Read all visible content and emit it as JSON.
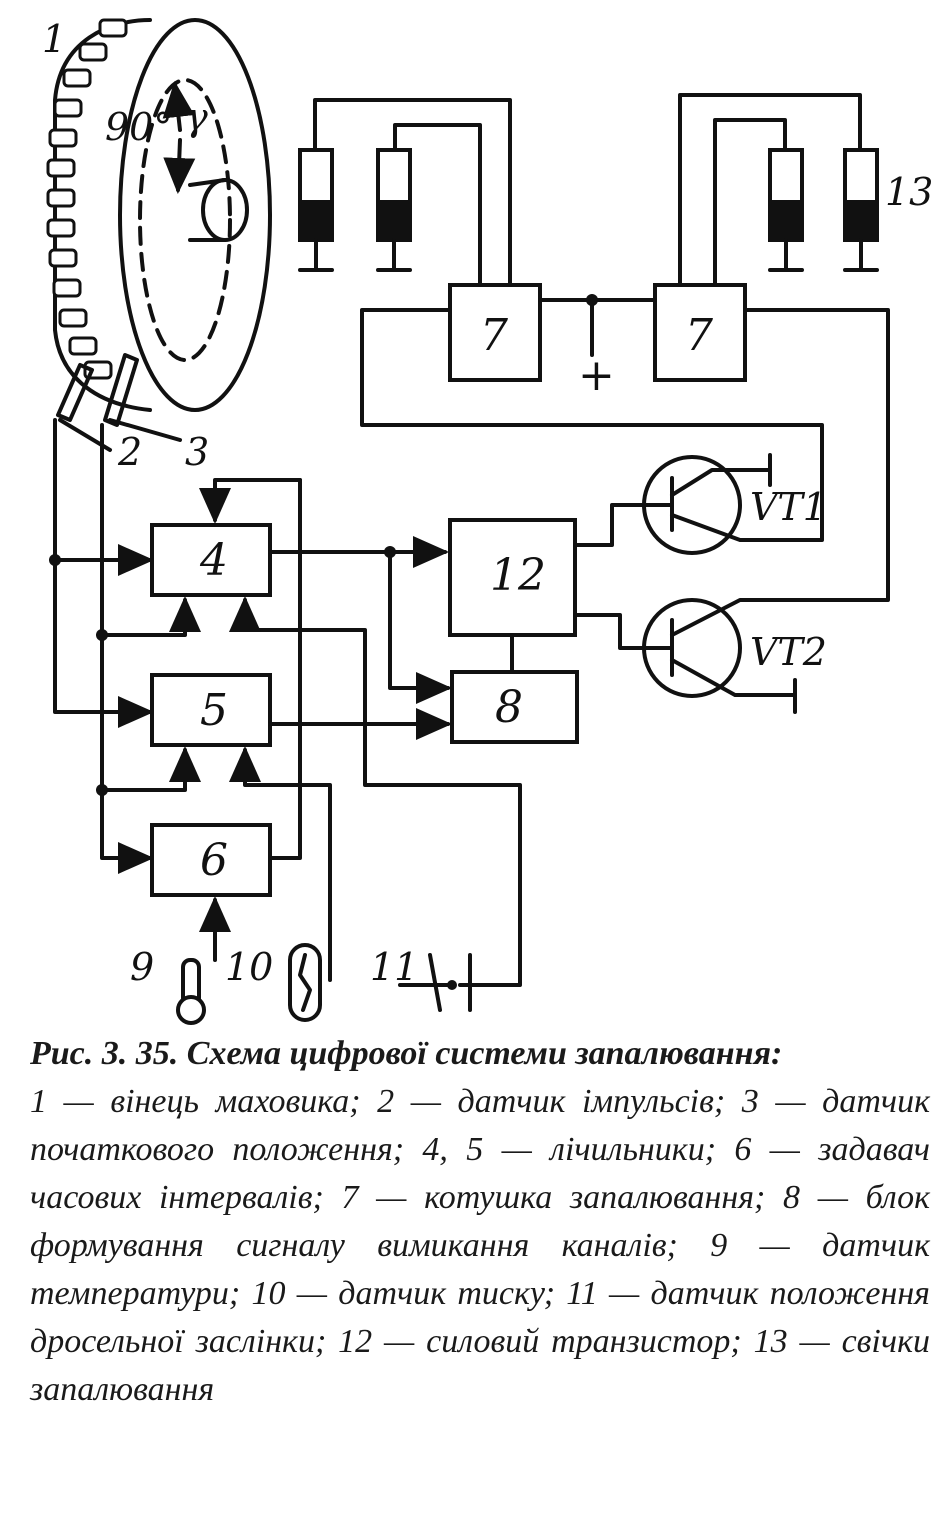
{
  "diagram": {
    "labels": {
      "flywheel": "1",
      "pulse_sensor": "2",
      "initial_position_sensor": "3",
      "counter_a": "4",
      "counter_b": "5",
      "time_interval_setter": "6",
      "ignition_coil_left": "7",
      "ignition_coil_right": "7",
      "shutdown_signal_block": "8",
      "temperature_sensor": "9",
      "pressure_sensor": "10",
      "throttle_sensor": "11",
      "power_transistor": "12",
      "spark_plugs": "13",
      "angle": "90°",
      "gamma": "γ",
      "plus": "+",
      "vt1": "VT1",
      "vt2": "VT2"
    }
  },
  "caption": {
    "title": "Рис. 3. 35. Схема цифрової системи запалювання:",
    "body": "1 — вінець маховика; 2 — датчик імпульсів; 3 — датчик початкового положення; 4, 5 — лічильники; 6 — задавач часових інтервалів; 7 — котушка запалювання; 8 — блок формування сигналу вимикання каналів; 9 — датчик температури; 10 — датчик тиску; 11 — датчик положення дросельної заслінки; 12 — силовий транзистор; 13 — свічки запалювання"
  }
}
